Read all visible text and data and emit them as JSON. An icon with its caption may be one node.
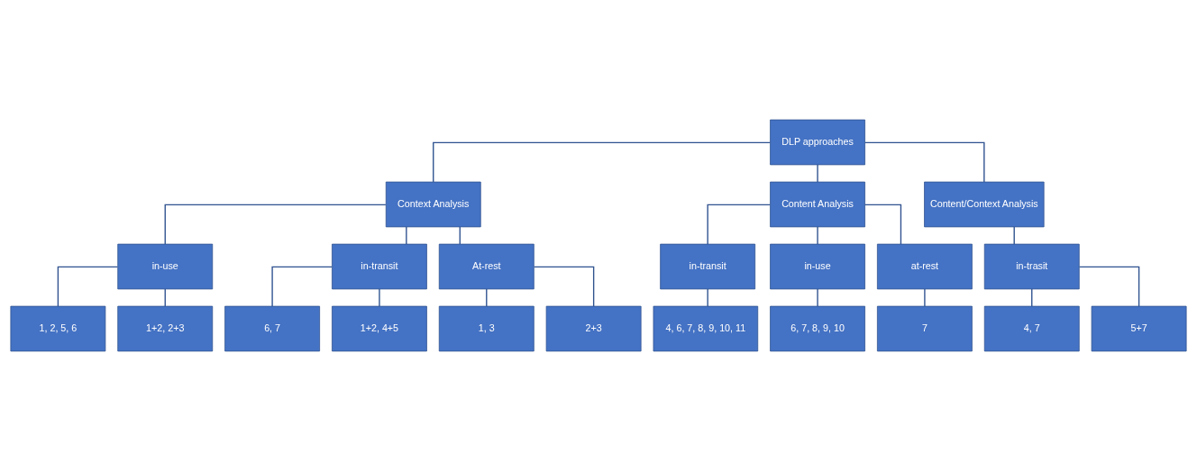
{
  "diagram": {
    "nodes": [
      {
        "text": [
          "DLP approaches"
        ]
      },
      {
        "text": [
          "Context Analysis"
        ]
      },
      {
        "text": [
          "Content Analysis"
        ]
      },
      {
        "text": [
          "Content/Context Analysis"
        ]
      },
      {
        "text": [
          "in-use"
        ]
      },
      {
        "text": [
          "in-transit"
        ]
      },
      {
        "text": [
          "At-rest"
        ]
      },
      {
        "text": [
          "in-transit"
        ]
      },
      {
        "text": [
          "in-use"
        ]
      },
      {
        "text": [
          "at-rest"
        ]
      },
      {
        "text": [
          "in-trasit"
        ]
      },
      {
        "text": [
          "1, 2, 5, 6"
        ]
      },
      {
        "text": [
          "1+2, 2+3"
        ]
      },
      {
        "text": [
          "6, 7"
        ]
      },
      {
        "text": [
          "1+2, 4+5"
        ]
      },
      {
        "text": [
          "1, 3"
        ]
      },
      {
        "text": [
          "2+3"
        ]
      },
      {
        "text": [
          "4, 6, 7, 8, 9, 10, 11"
        ]
      },
      {
        "text": [
          "6, 7, 8, 9, 10"
        ]
      },
      {
        "text": [
          "7"
        ]
      },
      {
        "text": [
          "4, 7"
        ]
      },
      {
        "text": [
          "5+7"
        ]
      }
    ],
    "edges": [
      {
        "from": 0,
        "to": 1,
        "arrow": "none"
      },
      {
        "from": 0,
        "to": 2,
        "arrow": "none"
      },
      {
        "from": 0,
        "to": 3,
        "arrow": "none"
      },
      {
        "from": 1,
        "to": 4,
        "arrow": "none"
      },
      {
        "from": 1,
        "to": 5,
        "arrow": "none"
      },
      {
        "from": 1,
        "to": 6,
        "arrow": "none"
      },
      {
        "from": 2,
        "to": 7,
        "arrow": "none"
      },
      {
        "from": 2,
        "to": 8,
        "arrow": "none"
      },
      {
        "from": 2,
        "to": 9,
        "arrow": "none"
      },
      {
        "from": 3,
        "to": 10,
        "arrow": "none"
      },
      {
        "from": 4,
        "to": 11,
        "arrow": "none"
      },
      {
        "from": 4,
        "to": 12,
        "arrow": "none"
      },
      {
        "from": 5,
        "to": 13,
        "arrow": "none"
      },
      {
        "from": 5,
        "to": 14,
        "arrow": "none"
      },
      {
        "from": 6,
        "to": 15,
        "arrow": "none"
      },
      {
        "from": 6,
        "to": 16,
        "arrow": "none"
      },
      {
        "from": 7,
        "to": 17,
        "arrow": "none"
      },
      {
        "from": 8,
        "to": 18,
        "arrow": "none"
      },
      {
        "from": 9,
        "to": 19,
        "arrow": "none"
      },
      {
        "from": 10,
        "to": 20,
        "arrow": "none"
      },
      {
        "from": 10,
        "to": 21,
        "arrow": "none"
      }
    ]
  }
}
